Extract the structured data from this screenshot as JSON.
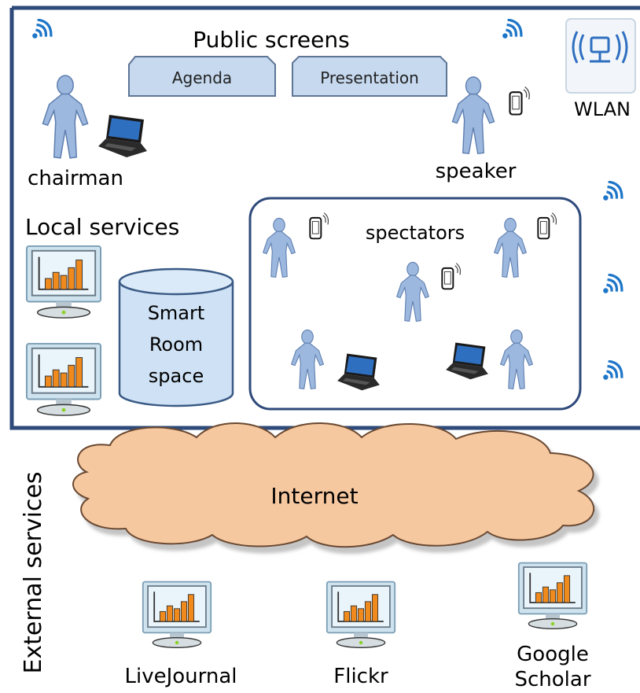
{
  "room": {
    "public_screens_title": "Public screens",
    "screens": [
      "Agenda",
      "Presentation"
    ],
    "wlan_label": "WLAN",
    "local_services_title": "Local services",
    "space": {
      "line1": "Smart",
      "line2": "Room",
      "line3": "space"
    }
  },
  "people": {
    "chairman": "chairman",
    "speaker": "speaker",
    "spectators": "spectators"
  },
  "external": {
    "section_label": "External services",
    "network_label": "Internet",
    "services": {
      "livejournal": "LiveJournal",
      "flickr": "Flickr",
      "google_line1": "Google",
      "google_line2": "Scholar"
    }
  },
  "colors": {
    "frame": "#2e4a7a",
    "person": "#9cb8de",
    "screen_box": "#c6d9ef",
    "cylinder": "#cfe2f5",
    "cloud": "#f6c8a0",
    "monitor_screen": "#eaf4fb",
    "bars": "#f08a1c",
    "wifi": "#1e76c8"
  },
  "icons": [
    "wifi-signal-icon",
    "wlan-router-icon",
    "person-icon",
    "laptop-icon",
    "mobile-phone-icon",
    "monitor-chart-icon",
    "cylinder-storage",
    "cloud"
  ]
}
